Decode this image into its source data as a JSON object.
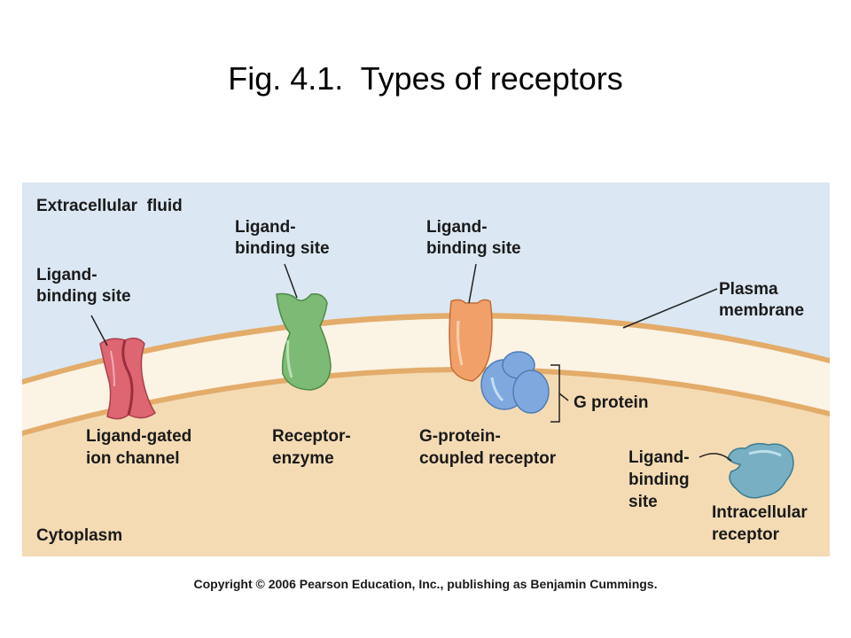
{
  "title": "Fig. 4.1.  Types of receptors",
  "copyright": "Copyright © 2006 Pearson Education, Inc., publishing as Benjamin Cummings.",
  "colors": {
    "extracellular": "#dbe7f2",
    "membrane_core": "#fbf3e4",
    "membrane_edge": "#e3ac6a",
    "cytoplasm": "#f4dbb4",
    "ligand_gated_channel": "#dd6672",
    "receptor_enzyme": "#7dba75",
    "gpcr": "#f2a06a",
    "g_protein": "#7fa9de",
    "intracellular_receptor": "#79afc2"
  },
  "regions": {
    "extracellular": "Extracellular  fluid",
    "cytoplasm": "Cytoplasm"
  },
  "plasma_membrane": [
    "Plasma",
    "membrane"
  ],
  "receptors": {
    "ligand_gated": {
      "binding_site": [
        "Ligand-",
        "binding site"
      ],
      "name": [
        "Ligand-gated",
        "ion channel"
      ]
    },
    "enzyme": {
      "binding_site": [
        "Ligand-",
        "binding site"
      ],
      "name": [
        "Receptor-",
        "enzyme"
      ]
    },
    "gpcr": {
      "binding_site": [
        "Ligand-",
        "binding site"
      ],
      "name": [
        "G-protein-",
        "coupled receptor"
      ],
      "g_protein": "G protein"
    },
    "intracellular": {
      "binding_site": [
        "Ligand-",
        "binding",
        "site"
      ],
      "name": [
        "Intracellular",
        "receptor"
      ]
    }
  }
}
